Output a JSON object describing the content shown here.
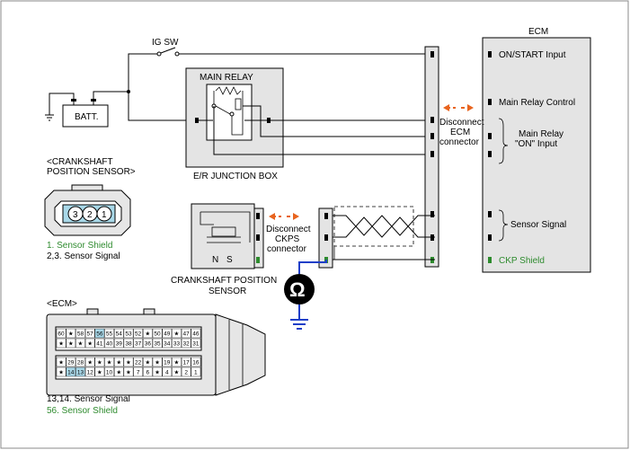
{
  "labels": {
    "ig_sw": "IG SW",
    "batt": "BATT.",
    "main_relay": "MAIN RELAY",
    "junction_box": "E/R JUNCTION BOX",
    "crank_sensor_header_1": "<CRANKSHAFT",
    "crank_sensor_header_2": "POSITION SENSOR>",
    "pin1": "1",
    "pin2": "2",
    "pin3": "3",
    "sensor_shield": "1. Sensor Shield",
    "sensor_signal": "2,3. Sensor Signal",
    "sensor_n": "N",
    "sensor_s": "S",
    "sensor_name_1": "CRANKSHAFT POSITION",
    "sensor_name_2": "SENSOR",
    "disconnect_ckps_1": "Disconnect",
    "disconnect_ckps_2": "CKPS",
    "disconnect_ckps_3": "connector",
    "disconnect_ecm_1": "Disconnect",
    "disconnect_ecm_2": "ECM",
    "disconnect_ecm_3": "connector",
    "ecm_title": "ECM",
    "ecm_on_start": "ON/START Input",
    "ecm_main_relay_control": "Main Relay Control",
    "ecm_main_relay_on_1": "Main Relay",
    "ecm_main_relay_on_2": "\"ON\" Input",
    "ecm_sensor_signal": "Sensor Signal",
    "ecm_ckp_shield": "CKP Shield",
    "ecm_conn_header": "<ECM>",
    "ecm_note_signal": "13,14. Sensor Signal",
    "ecm_note_shield": "56. Sensor Shield",
    "ohm": "Ω"
  },
  "ecm_pins": {
    "row1": [
      "60",
      "★",
      "58",
      "57",
      "56",
      "55",
      "54",
      "53",
      "52",
      "★",
      "50",
      "49",
      "★",
      "47",
      "46"
    ],
    "row2": [
      "★",
      "★",
      "★",
      "★",
      "41",
      "40",
      "39",
      "38",
      "37",
      "36",
      "35",
      "34",
      "33",
      "32",
      "31"
    ],
    "row3": [
      "★",
      "29",
      "28",
      "★",
      "★",
      "★",
      "★",
      "★",
      "22",
      "★",
      "★",
      "19",
      "★",
      "17",
      "16"
    ],
    "row4": [
      "★",
      "14",
      "13",
      "12",
      "★",
      "10",
      "★",
      "★",
      "7",
      "6",
      "★",
      "4",
      "★",
      "2",
      "1"
    ]
  },
  "colors": {
    "accent_orange": "#e8641e",
    "shield_green": "#2e8b2e",
    "ground_blue": "#1f3fc8",
    "pin_highlight": "#a9d8e8"
  }
}
